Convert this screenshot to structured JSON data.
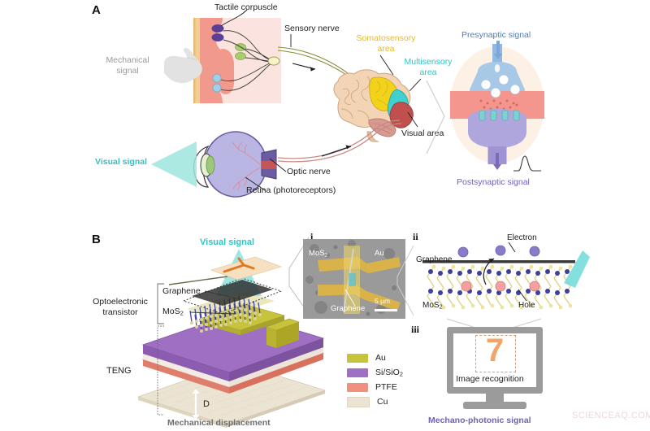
{
  "figure": {
    "watermark": "SCIENCEAQ.COM",
    "panels": [
      {
        "letter": "A"
      },
      {
        "letter": "B"
      }
    ]
  },
  "panel_a": {
    "letter": "A",
    "labels": {
      "mechanical_signal": "Mechanical\nsignal",
      "mechanical_signal_l1": "Mechanical",
      "mechanical_signal_l2": "signal",
      "tactile_corpuscle": "Tactile corpuscle",
      "sensory_nerve": "Sensory nerve",
      "somatosensory_area_l1": "Somatosensory",
      "somatosensory_area_l2": "area",
      "multisensory_area_l1": "Multisensory",
      "multisensory_area_l2": "area",
      "visual_area": "Visual area",
      "visual_signal": "Visual signal",
      "optic_nerve": "Optic nerve",
      "retina": "Retina (photoreceptors)",
      "presynaptic_signal": "Presynaptic signal",
      "postsynaptic_signal": "Postsynaptic signal"
    },
    "colors": {
      "mechanical_signal": "#9a9a9a",
      "somatosensory_area": "#e8b928",
      "multisensory_area": "#2ec4c4",
      "visual_signal": "#2ec4c4",
      "presynaptic_signal": "#4a7fc1",
      "postsynaptic_signal": "#6f63b8",
      "visual_area": "#1d1d1d",
      "brain_base": "#f0d2b4",
      "somato_fill": "#f2d21a",
      "multi_fill": "#3fd0cf",
      "visual_fill": "#c0504d",
      "skin_pink": "#f8d7d4",
      "skin_salmon": "#f0998c",
      "eye_fill": "#b9b6e4",
      "synapse_bg": "#fdf0e4",
      "presyn_fill": "#a8c8e8",
      "cleft_fill": "#f4958e",
      "postsyn_fill": "#b0a6de"
    }
  },
  "panel_b": {
    "letter": "B",
    "labels": {
      "visual_signal": "Visual signal",
      "graphene": "Graphene",
      "mos2": "MoS",
      "mos2_sub": "2",
      "optoelectronic_transistor_l1": "Optoelectronic",
      "optoelectronic_transistor_l2": "transistor",
      "teng": "TENG",
      "displacement_marker": "D",
      "mechanical_displacement": "Mechanical displacement",
      "mechano_photonic_signal": "Mechano-photonic signal"
    },
    "legend": {
      "items": [
        {
          "name": "Au",
          "color": "#c8c33c"
        },
        {
          "name": "Si/SiO2",
          "label": "Si/SiO",
          "sub": "2",
          "color": "#9f6fc4"
        },
        {
          "name": "PTFE",
          "color": "#f0907e"
        },
        {
          "name": "Cu",
          "color": "#ece4d3"
        }
      ]
    },
    "inset_i": {
      "roman": "i",
      "labels": {
        "mos2": "MoS",
        "mos2_sub": "2",
        "au": "Au",
        "graphene": "Graphene",
        "scale_bar": "5 µm"
      }
    },
    "inset_ii": {
      "roman": "ii",
      "labels": {
        "graphene": "Graphene",
        "electron": "Electron",
        "mos2": "MoS",
        "mos2_sub": "2",
        "hole": "Hole"
      }
    },
    "inset_iii": {
      "roman": "iii",
      "labels": {
        "digit": "7",
        "image_recognition": "Image recognition"
      },
      "colors": {
        "monitor": "#9b9b9b",
        "digit": "#f2a46a",
        "signal_text": "#6f63b8"
      }
    },
    "colors": {
      "visual_signal": "#2ec4c4",
      "light_cone": "#7fdede",
      "mechanical_displacement": "#6e6e6e",
      "au": "#c8c33c",
      "si_sio2": "#9f6fc4",
      "ptfe": "#f0907e",
      "cu": "#ece4d3"
    }
  }
}
